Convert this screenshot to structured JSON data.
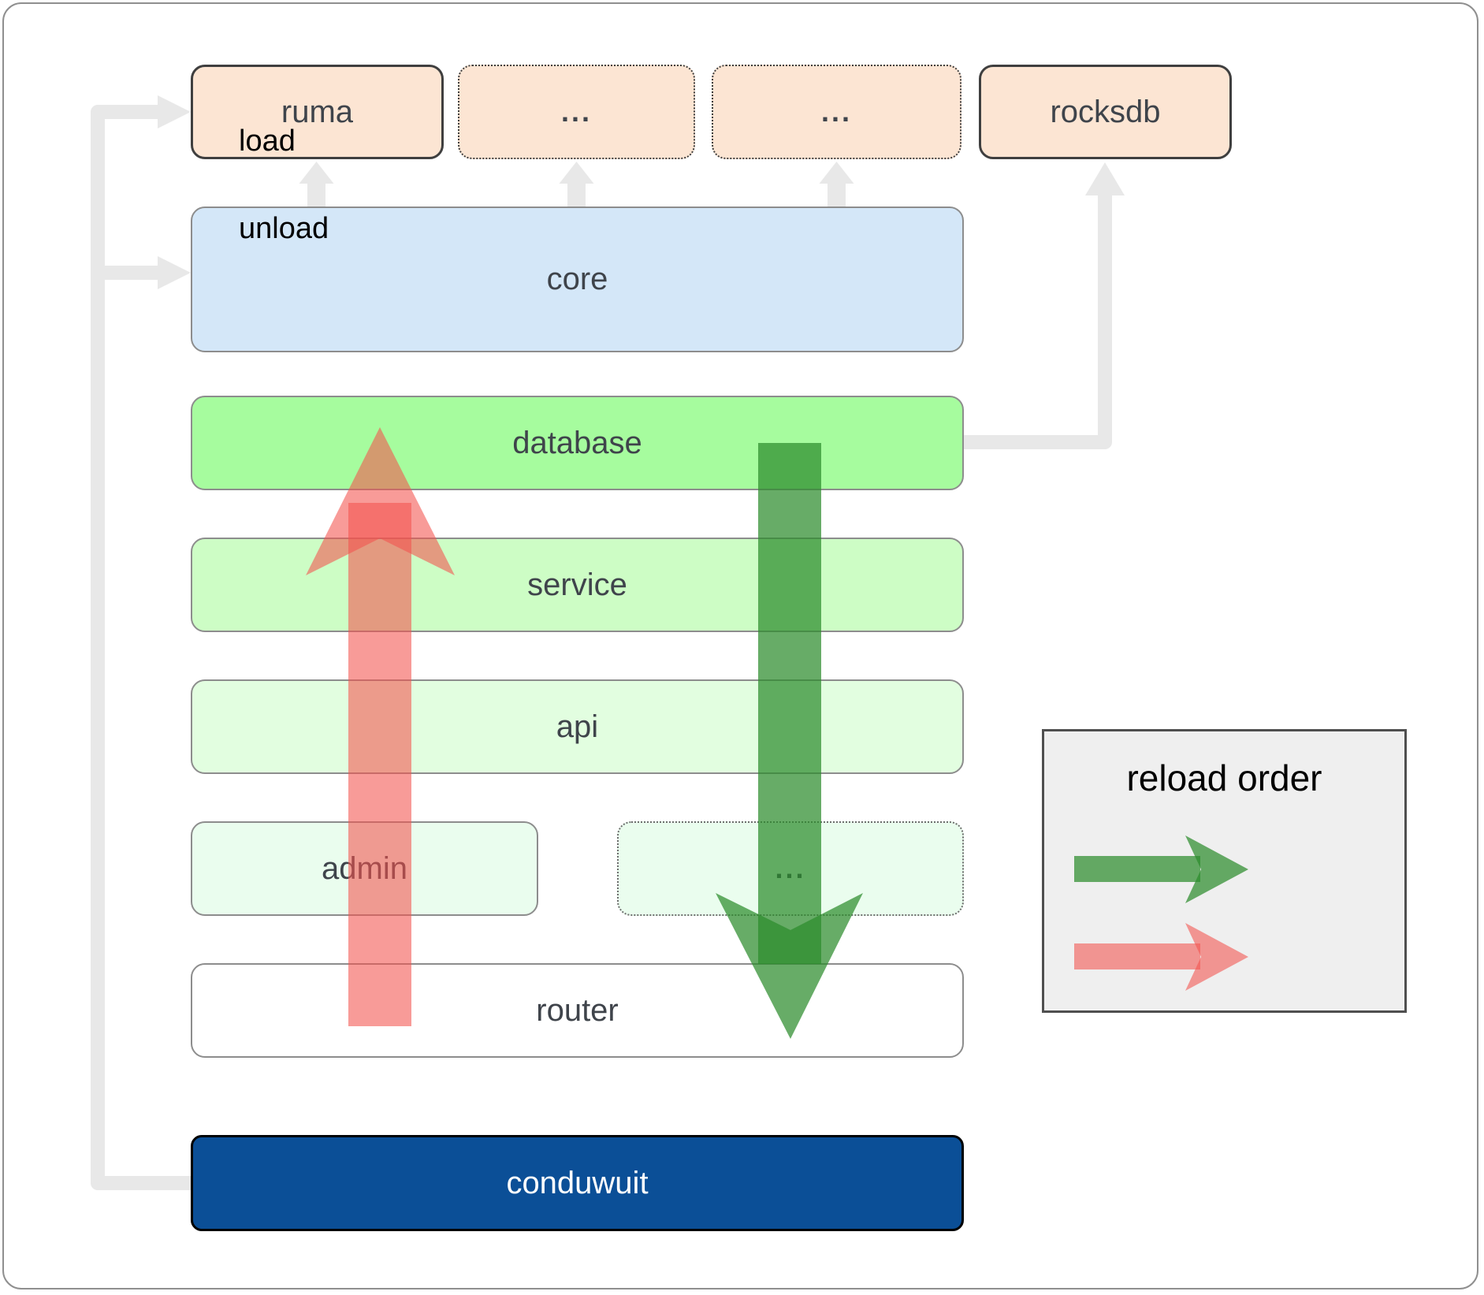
{
  "nodes": {
    "ruma": "ruma",
    "deps_a": "...",
    "deps_b": "...",
    "rocksdb": "rocksdb",
    "core": "core",
    "database": "database",
    "service": "service",
    "api": "api",
    "admin": "admin",
    "modules_more": "...",
    "router": "router",
    "conduwuit": "conduwuit"
  },
  "legend": {
    "title": "reload order",
    "items": [
      {
        "label": "load",
        "color": "#2d8c2d"
      },
      {
        "label": "unload",
        "color": "#f3524d"
      }
    ]
  },
  "colors": {
    "dependency_fill": "#fce5d3",
    "core_fill": "#d4e7f8",
    "database_fill": "#a6fc9e",
    "service_fill": "#cdfdc5",
    "api_fill": "#e2fee0",
    "admin_fill": "#eafdee",
    "router_fill": "#ffffff",
    "conduwuit_fill": "#0b4f97",
    "connector_gray": "#e8e8e8",
    "load_arrow_green": "#2d8c2d",
    "unload_arrow_red": "#f3524d",
    "legend_background": "#efefef"
  }
}
